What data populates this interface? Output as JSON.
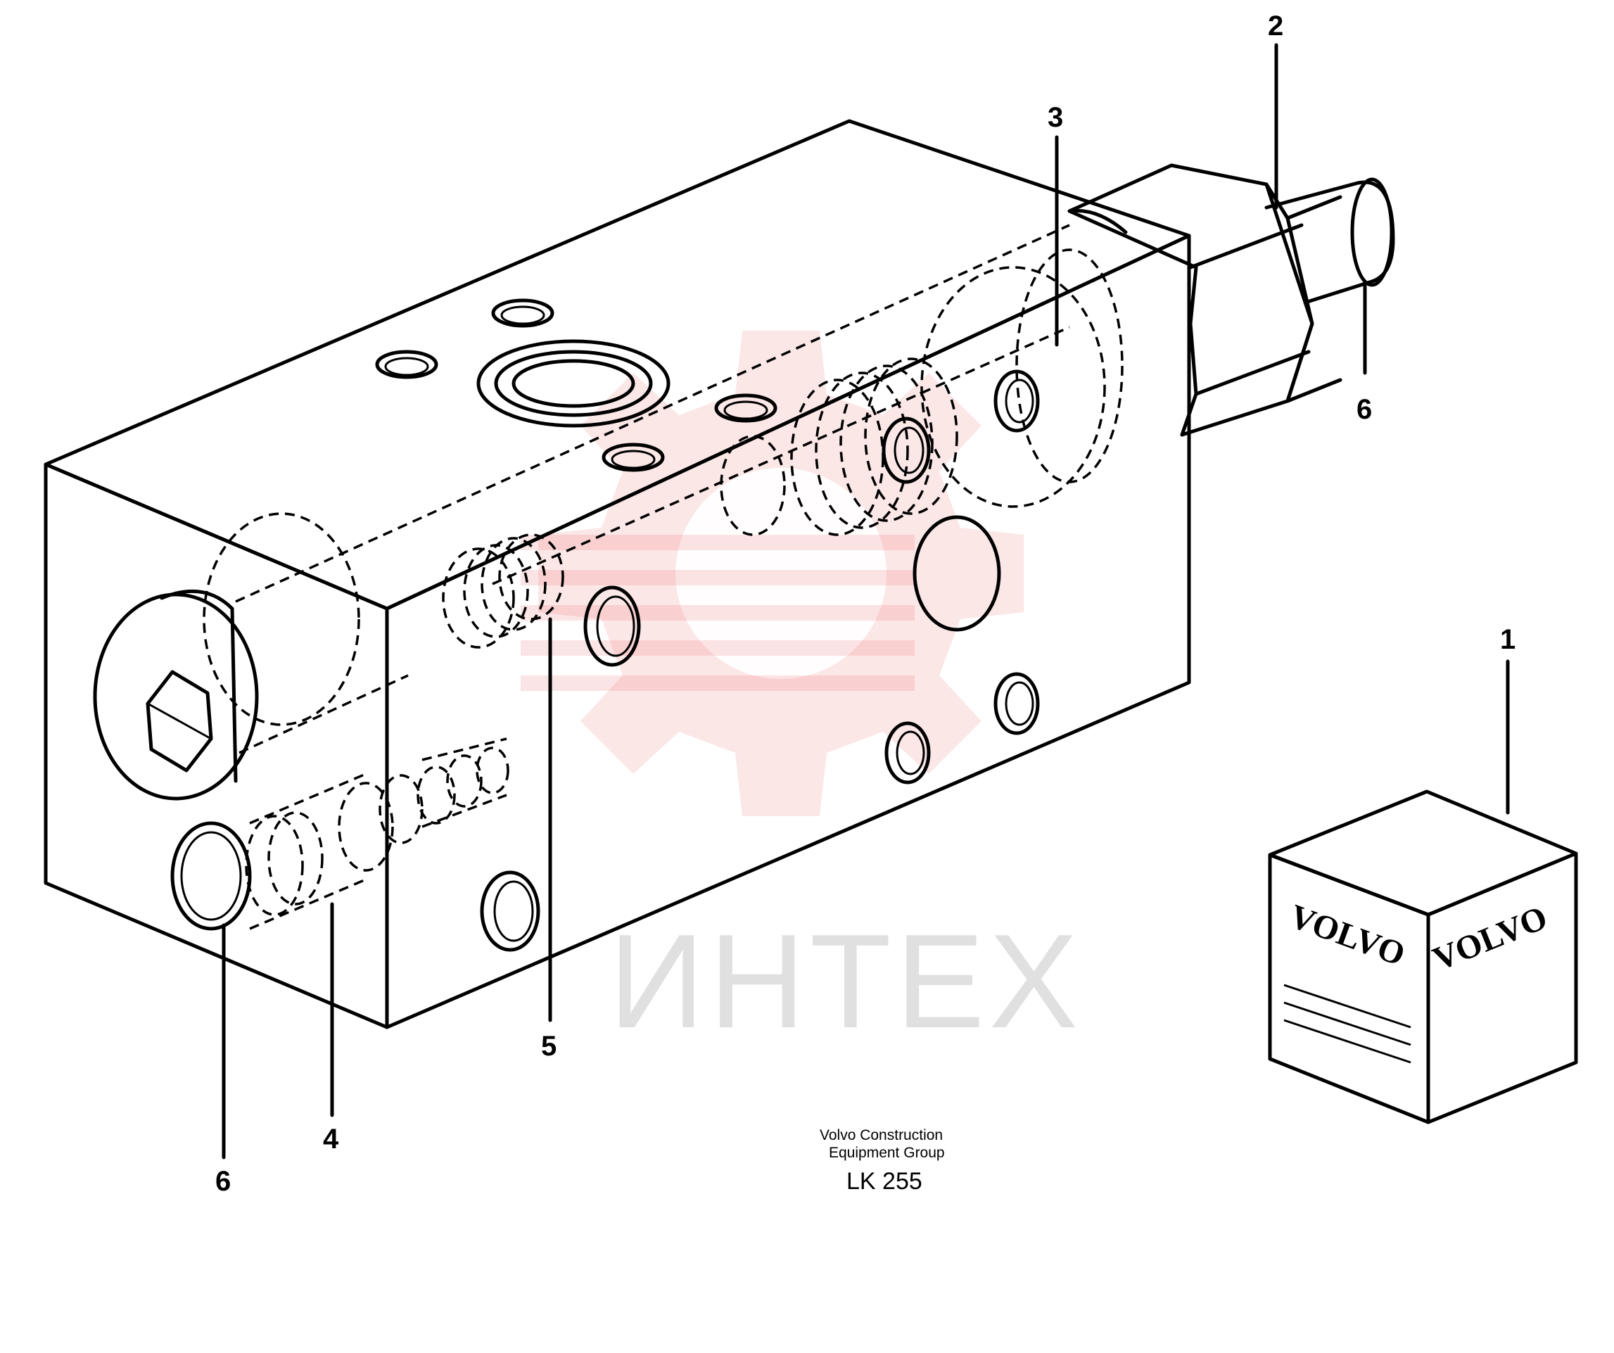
{
  "callouts": {
    "c1": "1",
    "c2": "2",
    "c3": "3",
    "c4": "4",
    "c5": "5",
    "c6_left": "6",
    "c6_right": "6"
  },
  "box_brand": {
    "front": "VOLVO",
    "side": "VOLVO"
  },
  "footer": {
    "line1": "Volvo Construction",
    "line2": "Equipment Group",
    "code": "LK 255"
  },
  "watermark": {
    "text": "ИНТЕХ",
    "color": "#e8383d"
  }
}
